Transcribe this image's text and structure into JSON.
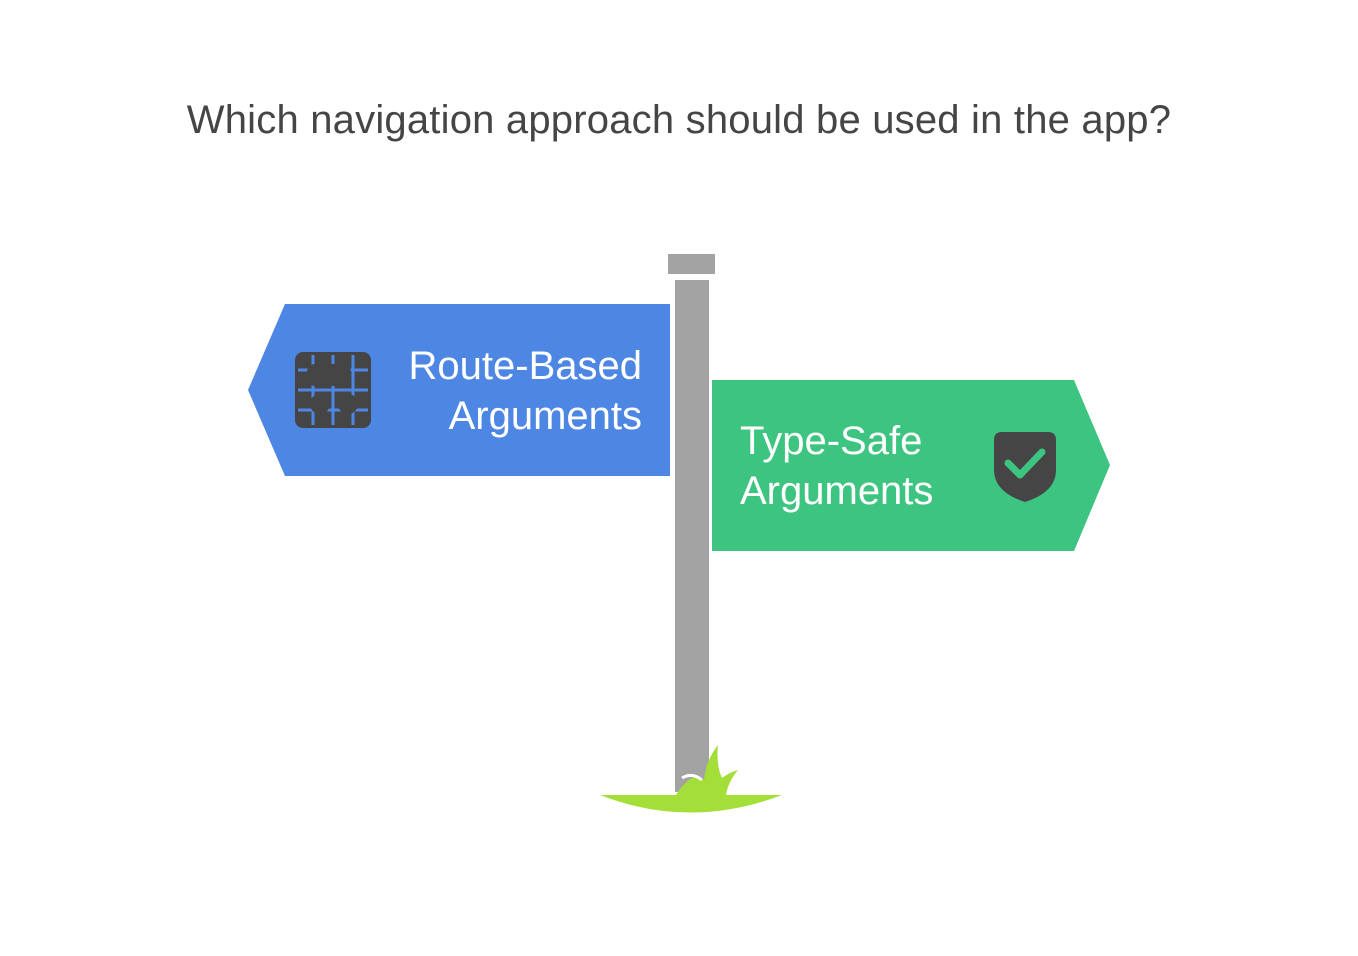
{
  "title": "Which navigation approach should be used in the app?",
  "signs": [
    {
      "line1": "Route-Based",
      "line2": "Arguments",
      "icon": "route-grid-icon",
      "color": "#4e86e4"
    },
    {
      "line1": "Type-Safe",
      "line2": "Arguments",
      "icon": "shield-check-icon",
      "color": "#3dc480"
    }
  ],
  "colors": {
    "pole": "#a3a3a3",
    "grass": "#a4df39",
    "icon_dark": "#454545",
    "check": "#3dc480"
  }
}
